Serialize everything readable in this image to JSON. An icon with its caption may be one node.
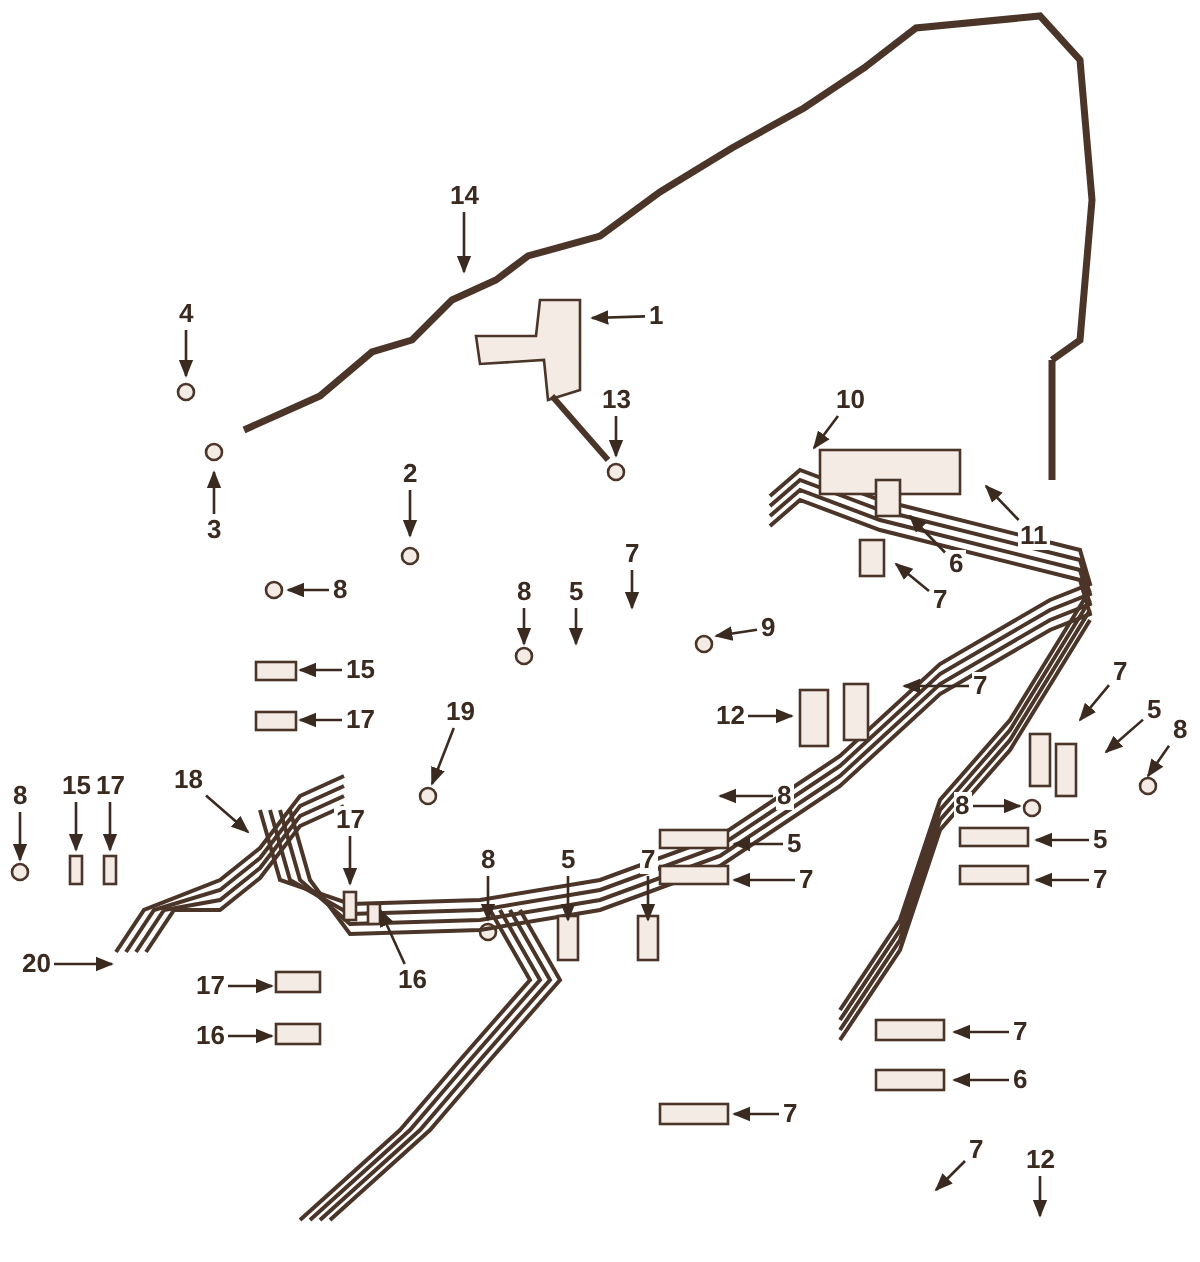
{
  "diagram": {
    "nodes": [
      {
        "text": [
          "14"
        ]
      },
      {
        "text": [
          "1"
        ]
      },
      {
        "text": [
          "4"
        ]
      },
      {
        "text": [
          "13"
        ]
      },
      {
        "text": [
          "10"
        ]
      },
      {
        "text": [
          "2"
        ]
      },
      {
        "text": [
          "3"
        ]
      },
      {
        "text": [
          "11"
        ]
      },
      {
        "text": [
          "6"
        ]
      },
      {
        "text": [
          "7"
        ]
      },
      {
        "text": [
          "7"
        ]
      },
      {
        "text": [
          "5"
        ]
      },
      {
        "text": [
          "8"
        ]
      },
      {
        "text": [
          "9"
        ]
      },
      {
        "text": [
          "8"
        ]
      },
      {
        "text": [
          "7"
        ]
      },
      {
        "text": [
          "7"
        ]
      },
      {
        "text": [
          "15"
        ]
      },
      {
        "text": [
          "5"
        ]
      },
      {
        "text": [
          "12"
        ]
      },
      {
        "text": [
          "19"
        ]
      },
      {
        "text": [
          "8"
        ]
      },
      {
        "text": [
          "18"
        ]
      },
      {
        "text": [
          "17"
        ]
      },
      {
        "text": [
          "8"
        ]
      },
      {
        "text": [
          "8"
        ]
      },
      {
        "text": [
          "15"
        ]
      },
      {
        "text": [
          "17"
        ]
      },
      {
        "text": [
          "8"
        ]
      },
      {
        "text": [
          "5"
        ]
      },
      {
        "text": [
          "17"
        ]
      },
      {
        "text": [
          "8"
        ]
      },
      {
        "text": [
          "7"
        ]
      },
      {
        "text": [
          "5"
        ]
      },
      {
        "text": [
          "5"
        ]
      },
      {
        "text": [
          "7"
        ]
      },
      {
        "text": [
          "7"
        ]
      },
      {
        "text": [
          "16"
        ]
      },
      {
        "text": [
          "20"
        ]
      },
      {
        "text": [
          "17"
        ]
      },
      {
        "text": [
          "7"
        ]
      },
      {
        "text": [
          "16"
        ]
      },
      {
        "text": [
          "6"
        ]
      },
      {
        "text": [
          "7"
        ]
      },
      {
        "text": [
          "7"
        ]
      },
      {
        "text": [
          "12"
        ]
      }
    ],
    "edges": [
      {
        "from": 0,
        "to": null,
        "arrow": "to"
      },
      {
        "from": 1,
        "to": null,
        "arrow": "to"
      },
      {
        "from": 2,
        "to": null,
        "arrow": "to"
      },
      {
        "from": 3,
        "to": null,
        "arrow": "to"
      },
      {
        "from": 4,
        "to": null,
        "arrow": "to"
      },
      {
        "from": 5,
        "to": null,
        "arrow": "to"
      },
      {
        "from": 6,
        "to": null,
        "arrow": "to"
      },
      {
        "from": 7,
        "to": null,
        "arrow": "to"
      },
      {
        "from": 8,
        "to": null,
        "arrow": "to"
      },
      {
        "from": 9,
        "to": null,
        "arrow": "to"
      },
      {
        "from": 10,
        "to": null,
        "arrow": "to"
      },
      {
        "from": 11,
        "to": null,
        "arrow": "to"
      },
      {
        "from": 12,
        "to": null,
        "arrow": "to"
      },
      {
        "from": 13,
        "to": null,
        "arrow": "to"
      },
      {
        "from": 14,
        "to": null,
        "arrow": "to"
      },
      {
        "from": 15,
        "to": null,
        "arrow": "to"
      },
      {
        "from": 16,
        "to": null,
        "arrow": "to"
      },
      {
        "from": 17,
        "to": null,
        "arrow": "to"
      },
      {
        "from": 18,
        "to": null,
        "arrow": "to"
      },
      {
        "from": 19,
        "to": null,
        "arrow": "to"
      },
      {
        "from": 20,
        "to": null,
        "arrow": "to"
      },
      {
        "from": 21,
        "to": null,
        "arrow": "to"
      },
      {
        "from": 22,
        "to": null,
        "arrow": "to"
      },
      {
        "from": 23,
        "to": null,
        "arrow": "to"
      },
      {
        "from": 24,
        "to": null,
        "arrow": "to"
      },
      {
        "from": 25,
        "to": null,
        "arrow": "to"
      },
      {
        "from": 26,
        "to": null,
        "arrow": "to"
      },
      {
        "from": 27,
        "to": null,
        "arrow": "to"
      },
      {
        "from": 28,
        "to": null,
        "arrow": "to"
      },
      {
        "from": 29,
        "to": null,
        "arrow": "to"
      },
      {
        "from": 30,
        "to": null,
        "arrow": "to"
      },
      {
        "from": 31,
        "to": null,
        "arrow": "to"
      },
      {
        "from": 32,
        "to": null,
        "arrow": "to"
      },
      {
        "from": 33,
        "to": null,
        "arrow": "to"
      },
      {
        "from": 34,
        "to": null,
        "arrow": "to"
      },
      {
        "from": 35,
        "to": null,
        "arrow": "to"
      },
      {
        "from": 36,
        "to": null,
        "arrow": "to"
      },
      {
        "from": 37,
        "to": null,
        "arrow": "to"
      },
      {
        "from": 38,
        "to": null,
        "arrow": "to"
      },
      {
        "from": 39,
        "to": null,
        "arrow": "to"
      },
      {
        "from": 40,
        "to": null,
        "arrow": "to"
      },
      {
        "from": 41,
        "to": null,
        "arrow": "to"
      },
      {
        "from": 42,
        "to": null,
        "arrow": "to"
      },
      {
        "from": 43,
        "to": null,
        "arrow": "to"
      },
      {
        "from": 44,
        "to": null,
        "arrow": "to"
      },
      {
        "from": 45,
        "to": null,
        "arrow": "to"
      }
    ]
  }
}
